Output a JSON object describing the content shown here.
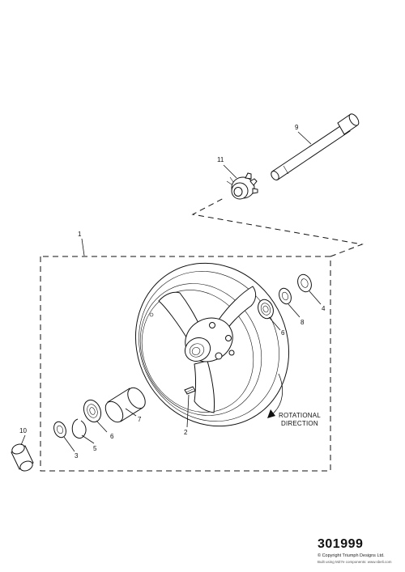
{
  "callouts": {
    "c1": "1",
    "c2": "2",
    "c3": "3",
    "c4": "4",
    "c5": "5",
    "c6a": "6",
    "c6b": "6",
    "c7": "7",
    "c8": "8",
    "c9": "9",
    "c10": "10",
    "c11": "11"
  },
  "direction": {
    "line1": "ROTATIONAL",
    "line2": "DIRECTION"
  },
  "figure_number": "301999",
  "copyright": "© Copyright Triumph Designs Ltd.",
  "built_by": "Built using MZ7e components: www.sbeli.com"
}
